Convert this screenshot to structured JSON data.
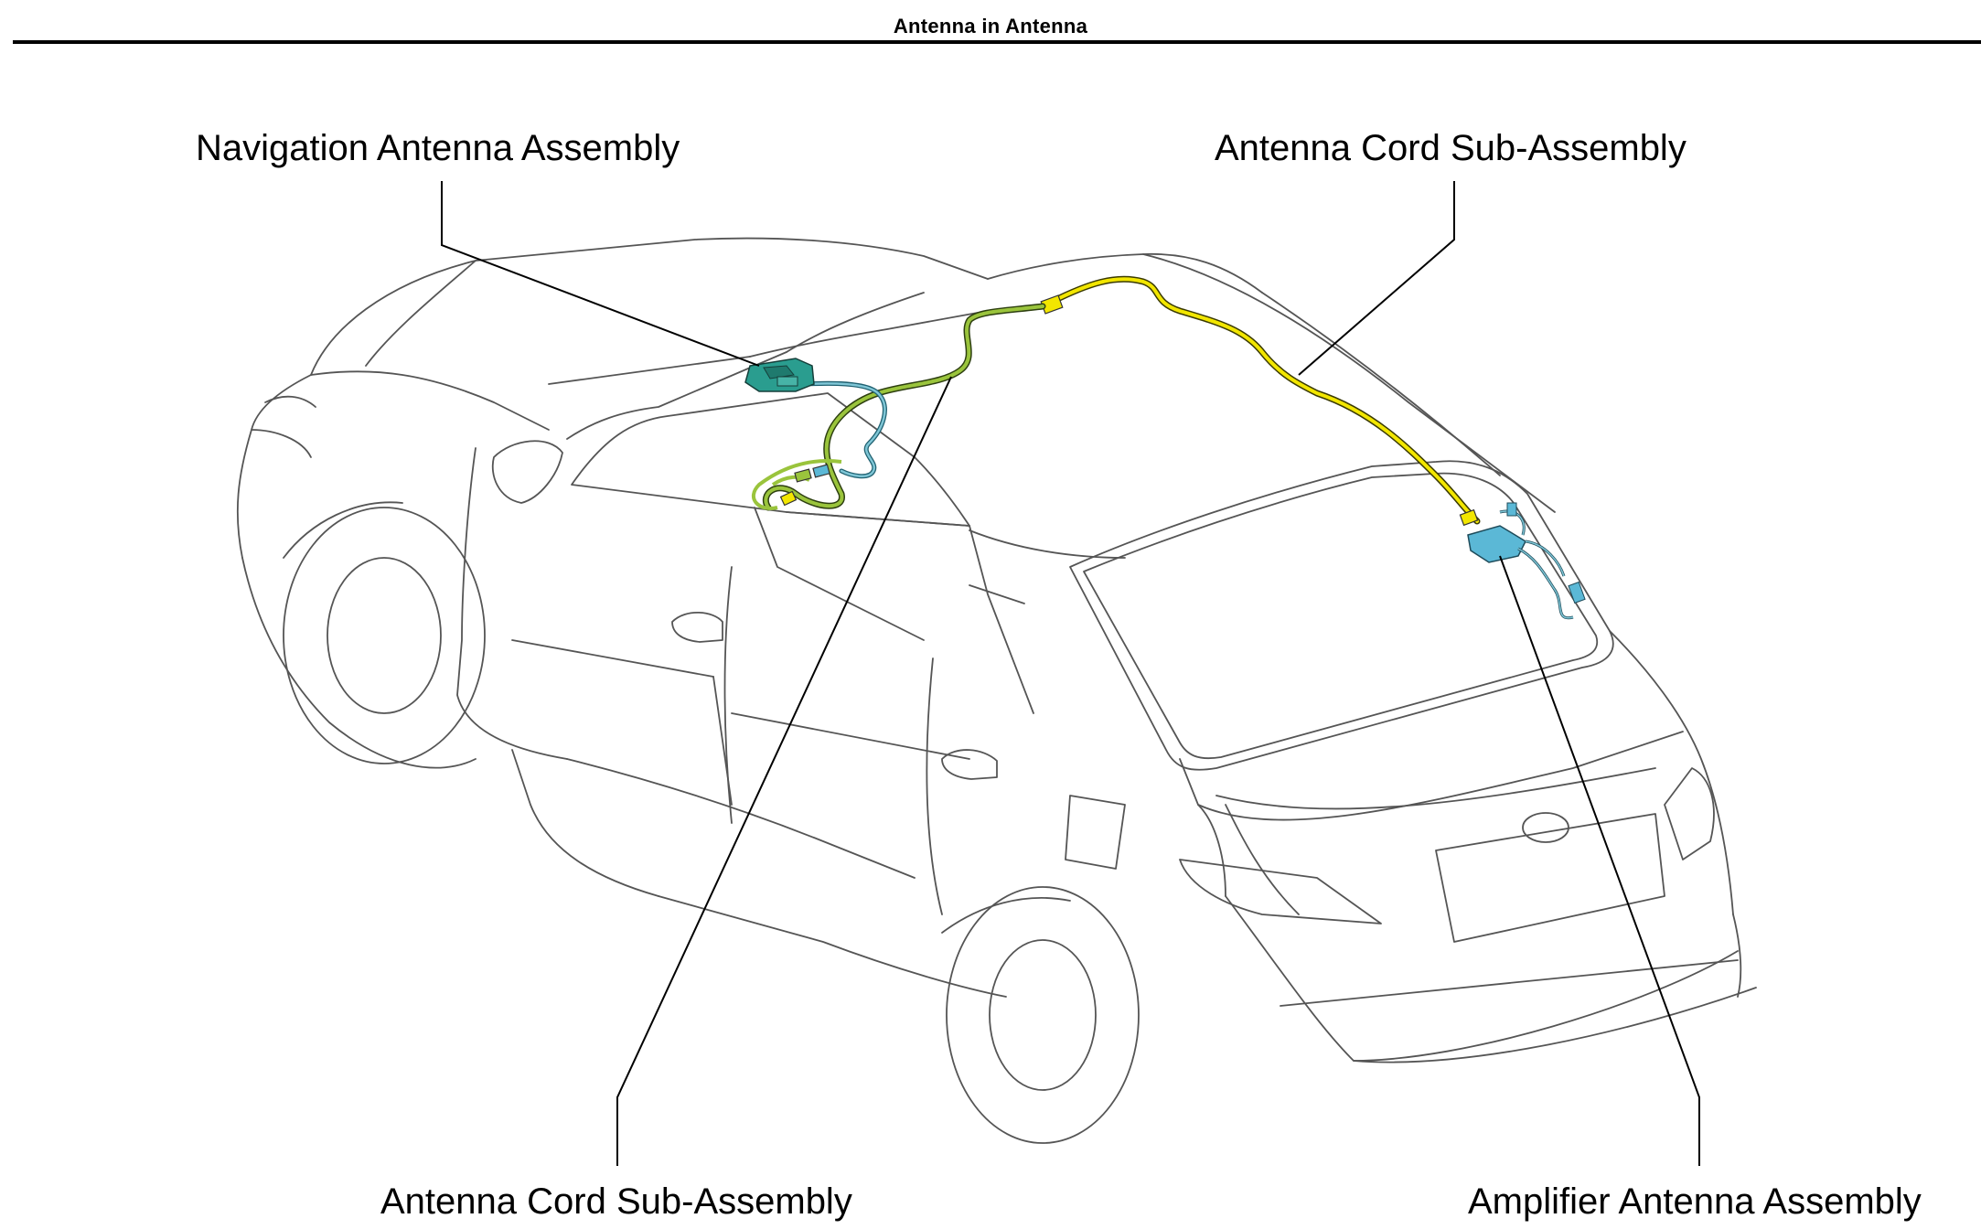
{
  "header": {
    "title": "Antenna in Antenna"
  },
  "callouts": {
    "navigation_antenna": "Navigation Antenna Assembly",
    "antenna_cord_top": "Antenna Cord Sub-Assembly",
    "antenna_cord_bottom": "Antenna Cord Sub-Assembly",
    "amplifier_antenna": "Amplifier Antenna Assembly"
  },
  "colors": {
    "outline": "#555555",
    "yellow_cord": "#f2e600",
    "green_cord": "#9ac43c",
    "teal_part": "#2a9d8f",
    "blue_part": "#5bb8d6",
    "leader": "#000000"
  }
}
